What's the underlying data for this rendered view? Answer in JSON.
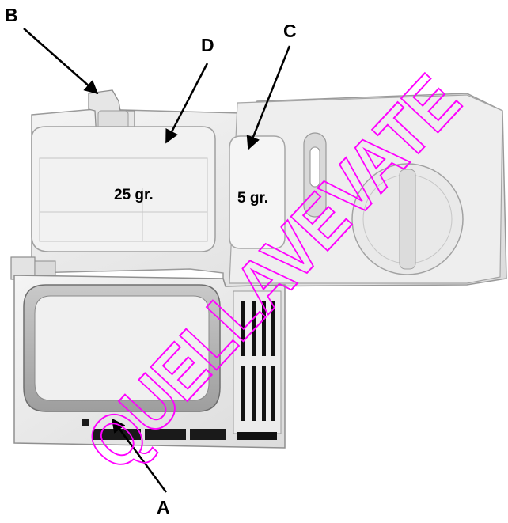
{
  "callouts": {
    "a": "A",
    "b": "B",
    "c": "C",
    "d": "D"
  },
  "compartments": {
    "main_amount": "25 gr.",
    "pre_wash_amount": "5 gr."
  },
  "watermark": {
    "text": "QUELLAVEVATE",
    "color": "#ff00ff"
  },
  "colors": {
    "plastic": "#ebebeb",
    "gasket": "#b5b5b5",
    "outline": "#000000"
  }
}
